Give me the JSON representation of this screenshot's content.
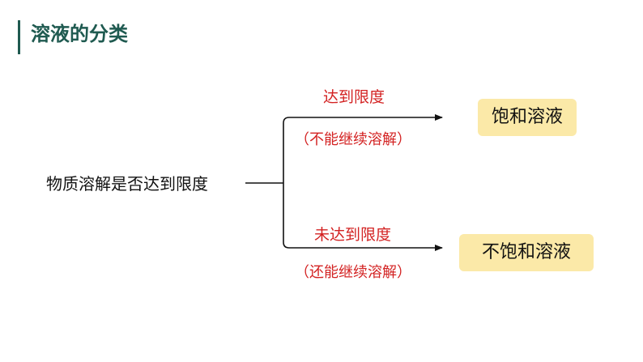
{
  "header": {
    "title": "溶液的分类",
    "accent_color": "#1f5a50"
  },
  "diagram": {
    "question": "物质溶解是否达到限度",
    "upper_branch": {
      "condition": "达到限度",
      "explanation": "（不能继续溶解）",
      "result": "饱和溶液"
    },
    "lower_branch": {
      "condition": "未达到限度",
      "explanation": "（还能继续溶解）",
      "result": "不饱和溶液"
    },
    "label_color": "#d32222",
    "box_color": "#fbe9a8"
  }
}
